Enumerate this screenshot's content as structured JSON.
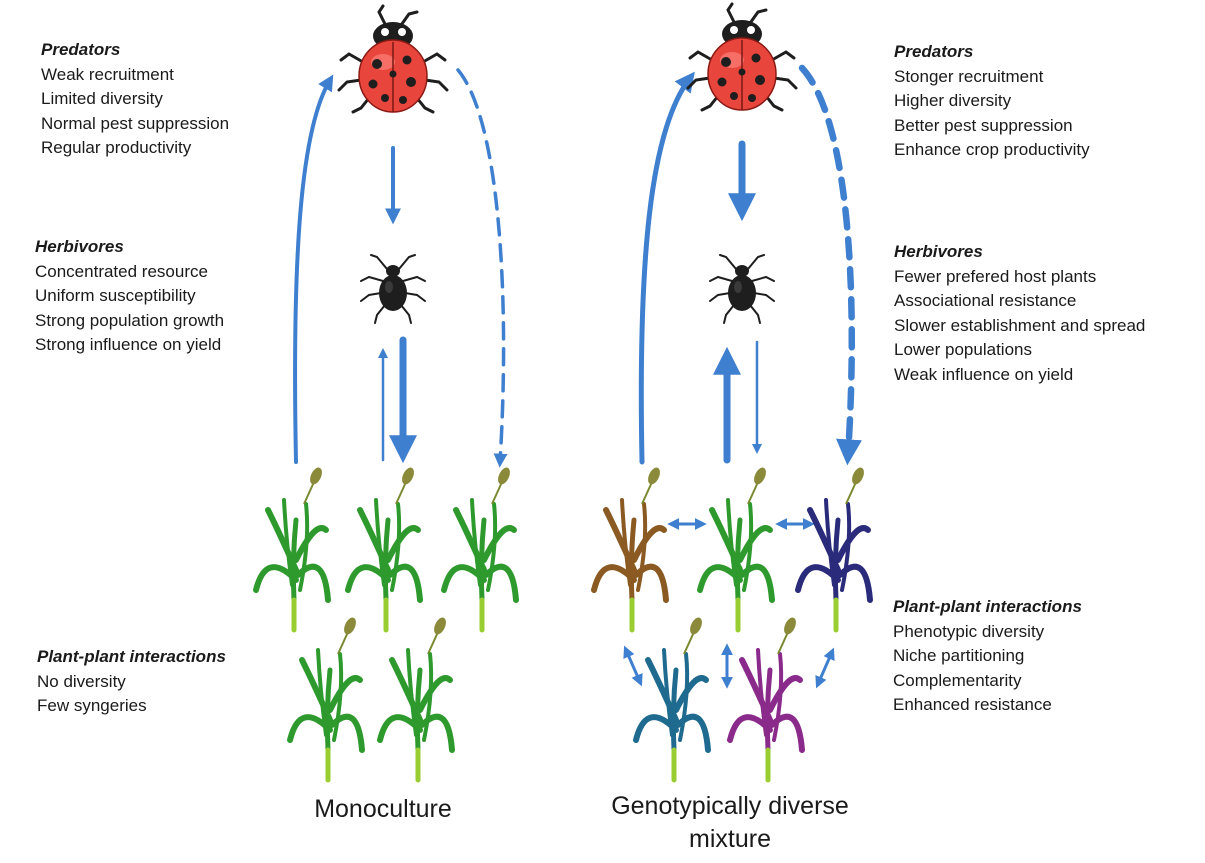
{
  "monoculture": {
    "label": "Monoculture",
    "predators": {
      "heading": "Predators",
      "items": [
        "Weak recruitment",
        "Limited diversity",
        "Normal pest suppression",
        "Regular productivity"
      ]
    },
    "herbivores": {
      "heading": "Herbivores",
      "items": [
        "Concentrated resource",
        "Uniform susceptibility",
        "Strong population growth",
        "Strong influence on yield"
      ]
    },
    "plant_interactions": {
      "heading": "Plant-plant interactions",
      "items": [
        "No diversity",
        "Few syngeries"
      ]
    }
  },
  "mixture": {
    "label_line1": "Genotypically diverse",
    "label_line2": "mixture",
    "predators": {
      "heading": "Predators",
      "items": [
        "Stonger recruitment",
        "Higher diversity",
        "Better pest suppression",
        "Enhance crop productivity"
      ]
    },
    "herbivores": {
      "heading": "Herbivores",
      "items": [
        "Fewer prefered host plants",
        "Associational resistance",
        "Slower establishment and spread",
        "Lower populations",
        "Weak influence on yield"
      ]
    },
    "plant_interactions": {
      "heading": "Plant-plant interactions",
      "items": [
        "Phenotypic diversity",
        "Niche partitioning",
        "Complementarity",
        "Enhanced resistance"
      ]
    }
  },
  "colors": {
    "arrow": "#3f7fcf",
    "ladybug": "#e8453c",
    "aphid": "#1e1e1e",
    "plant_green": "#2e9a2e",
    "plant_brown": "#8a5a22",
    "plant_navy": "#2a2b7a",
    "plant_teal": "#1f6a8f",
    "plant_purple": "#8a2a8a"
  },
  "icons": [
    "ladybug-icon",
    "aphid-icon",
    "plant-icon"
  ]
}
